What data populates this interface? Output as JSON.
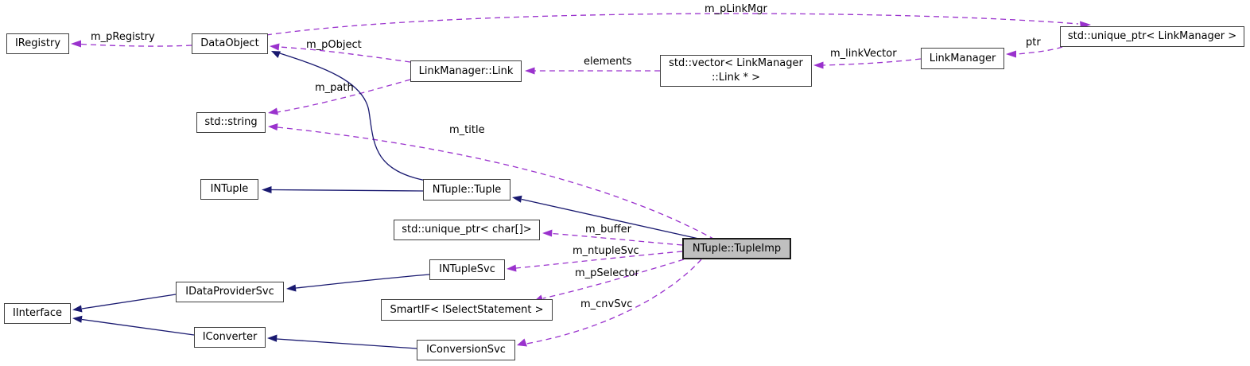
{
  "diagram": {
    "type": "doxygen-collaboration-graph",
    "highlighted_node": "NTuple::TupleImp",
    "colors": {
      "usage_edge": "#9a32cd",
      "inheritance_edge": "#191970",
      "node_background": "#ffffff",
      "highlight_background": "#bfbfbf",
      "node_border": "#3f3f3f",
      "background": "#ffffff",
      "text": "#000000"
    },
    "nodes": {
      "iregistry": {
        "label": "IRegistry"
      },
      "dataobject": {
        "label": "DataObject"
      },
      "std_string": {
        "label": "std::string"
      },
      "linkmanager_link": {
        "label": "LinkManager::Link"
      },
      "vector_links": {
        "lines": [
          "std::vector< LinkManager",
          "::Link * >"
        ]
      },
      "linkmanager": {
        "label": "LinkManager"
      },
      "unique_ptr_linkmanager": {
        "label": "std::unique_ptr< LinkManager >"
      },
      "intuple": {
        "label": "INTuple"
      },
      "ntuple_tuple": {
        "label": "NTuple::Tuple"
      },
      "unique_ptr_char": {
        "label": "std::unique_ptr< char[]>"
      },
      "ntuple_tupleimp": {
        "label": "NTuple::TupleImp"
      },
      "intuplesvc": {
        "label": "INTupleSvc"
      },
      "idataprovidersvc": {
        "label": "IDataProviderSvc"
      },
      "smartif": {
        "label": "SmartIF< ISelectStatement >"
      },
      "iinterface": {
        "label": "IInterface"
      },
      "iconverter": {
        "label": "IConverter"
      },
      "iconversionsvc": {
        "label": "IConversionSvc"
      }
    },
    "edges": [
      {
        "from": "DataObject",
        "to": "IRegistry",
        "label": "m_pRegistry",
        "kind": "usage",
        "style": "dashed"
      },
      {
        "from": "DataObject",
        "to": "std::unique_ptr< LinkManager >",
        "label": "m_pLinkMgr",
        "kind": "usage",
        "style": "dashed"
      },
      {
        "from": "std::unique_ptr< LinkManager >",
        "to": "LinkManager",
        "label": "ptr",
        "kind": "usage",
        "style": "dashed"
      },
      {
        "from": "LinkManager",
        "to": "std::vector< LinkManager::Link * >",
        "label": "m_linkVector",
        "kind": "usage",
        "style": "dashed"
      },
      {
        "from": "std::vector< LinkManager::Link * >",
        "to": "LinkManager::Link",
        "label": "elements",
        "kind": "usage",
        "style": "dashed"
      },
      {
        "from": "LinkManager::Link",
        "to": "DataObject",
        "label": "m_pObject",
        "kind": "usage",
        "style": "dashed"
      },
      {
        "from": "LinkManager::Link",
        "to": "std::string",
        "label": "m_path",
        "kind": "usage",
        "style": "dashed"
      },
      {
        "from": "NTuple::TupleImp",
        "to": "std::string",
        "label": "m_title",
        "kind": "usage",
        "style": "dashed"
      },
      {
        "from": "NTuple::TupleImp",
        "to": "std::unique_ptr< char[]>",
        "label": "m_buffer",
        "kind": "usage",
        "style": "dashed"
      },
      {
        "from": "NTuple::TupleImp",
        "to": "INTupleSvc",
        "label": "m_ntupleSvc",
        "kind": "usage",
        "style": "dashed"
      },
      {
        "from": "NTuple::TupleImp",
        "to": "SmartIF< ISelectStatement >",
        "label": "m_pSelector",
        "kind": "usage",
        "style": "dashed"
      },
      {
        "from": "NTuple::TupleImp",
        "to": "IConversionSvc",
        "label": "m_cnvSvc",
        "kind": "usage",
        "style": "dashed"
      },
      {
        "from": "NTuple::Tuple",
        "to": "INTuple",
        "label": "",
        "kind": "inheritance",
        "style": "solid"
      },
      {
        "from": "NTuple::Tuple",
        "to": "DataObject",
        "label": "",
        "kind": "inheritance",
        "style": "solid"
      },
      {
        "from": "NTuple::TupleImp",
        "to": "NTuple::Tuple",
        "label": "",
        "kind": "inheritance",
        "style": "solid"
      },
      {
        "from": "INTupleSvc",
        "to": "IDataProviderSvc",
        "label": "",
        "kind": "inheritance",
        "style": "solid"
      },
      {
        "from": "IDataProviderSvc",
        "to": "IInterface",
        "label": "",
        "kind": "inheritance",
        "style": "solid"
      },
      {
        "from": "IConverter",
        "to": "IInterface",
        "label": "",
        "kind": "inheritance",
        "style": "solid"
      },
      {
        "from": "IConversionSvc",
        "to": "IConverter",
        "label": "",
        "kind": "inheritance",
        "style": "solid"
      }
    ]
  }
}
